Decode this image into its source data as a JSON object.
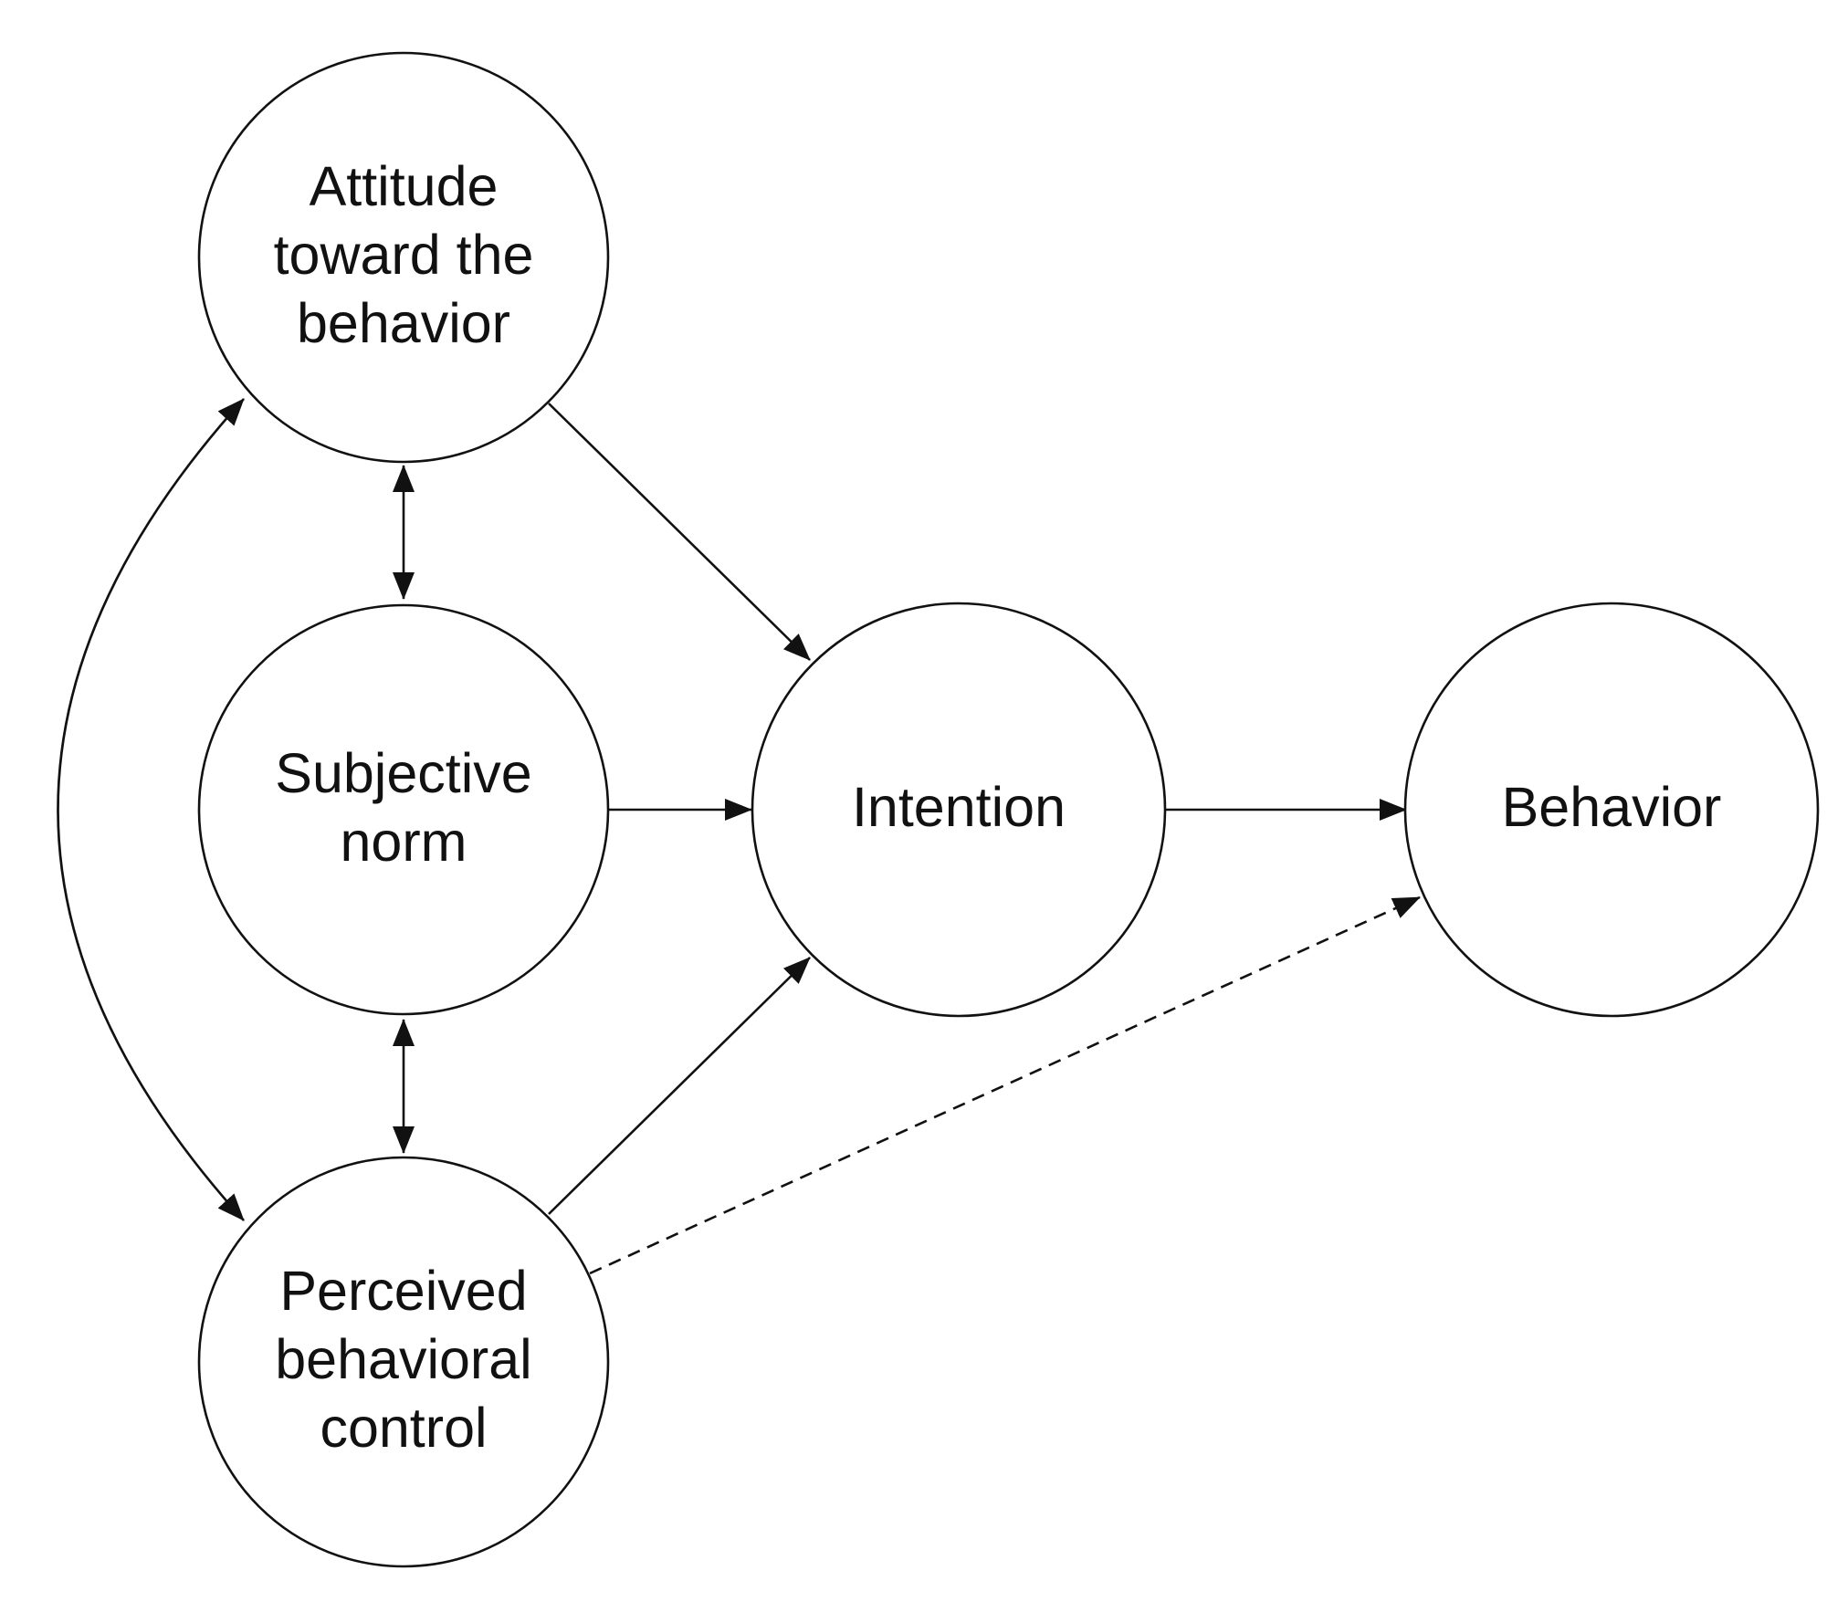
{
  "nodes": {
    "attitude": {
      "lines": [
        "Attitude",
        "toward the",
        "behavior"
      ]
    },
    "norm": {
      "lines": [
        "Subjective",
        "norm"
      ]
    },
    "pbc": {
      "lines": [
        "Perceived",
        "behavioral",
        "control"
      ]
    },
    "intention": {
      "lines": [
        "Intention"
      ]
    },
    "behavior": {
      "lines": [
        "Behavior"
      ]
    }
  },
  "edges": [
    {
      "from": "attitude",
      "to": "intention",
      "style": "solid",
      "direction": "forward"
    },
    {
      "from": "norm",
      "to": "intention",
      "style": "solid",
      "direction": "forward"
    },
    {
      "from": "pbc",
      "to": "intention",
      "style": "solid",
      "direction": "forward"
    },
    {
      "from": "intention",
      "to": "behavior",
      "style": "solid",
      "direction": "forward"
    },
    {
      "from": "pbc",
      "to": "behavior",
      "style": "dashed",
      "direction": "forward"
    },
    {
      "from": "attitude",
      "to": "norm",
      "style": "solid",
      "direction": "both"
    },
    {
      "from": "norm",
      "to": "pbc",
      "style": "solid",
      "direction": "both"
    },
    {
      "from": "attitude",
      "to": "pbc",
      "style": "solid",
      "direction": "both"
    }
  ],
  "colors": {
    "stroke": "#111111",
    "fill": "#ffffff",
    "text": "#111111"
  }
}
